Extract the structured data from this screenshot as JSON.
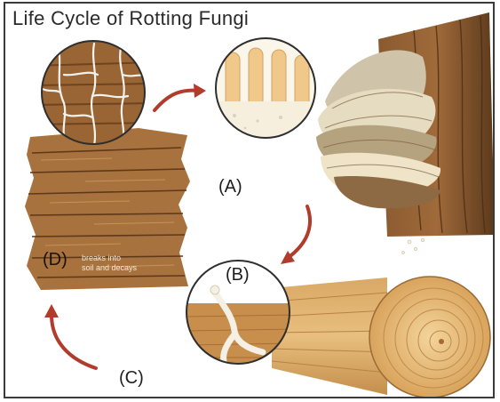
{
  "diagram": {
    "title": "Life Cycle of Rotting Fungi",
    "stages": {
      "a": {
        "label": "(A)"
      },
      "b": {
        "label": "(B)"
      },
      "c": {
        "label": "(C)"
      },
      "d": {
        "label": "(D)",
        "caption_line1": "breaks into",
        "caption_line2": "soil and decays"
      }
    }
  },
  "colors": {
    "arrow": "#b23c2c",
    "wood_dark": "#7a4a22",
    "wood_mid": "#b07840",
    "wood_light": "#e2bb7a",
    "fungus_cream": "#efe3c6",
    "fungus_brown": "#8d6a44"
  }
}
